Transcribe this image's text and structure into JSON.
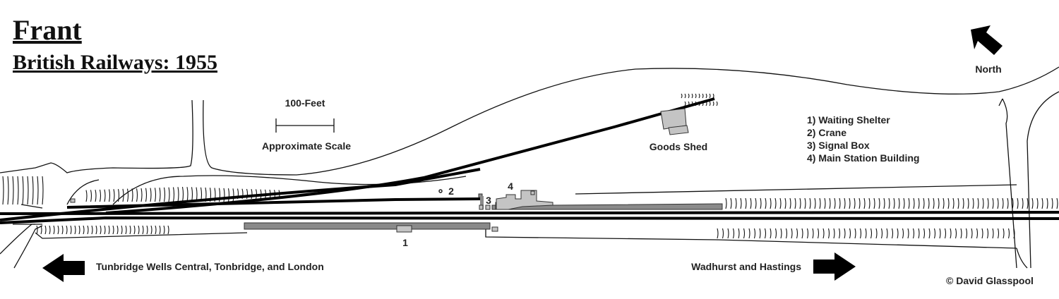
{
  "title": "Frant",
  "subtitle": "British Railways: 1955",
  "scale": {
    "length_label": "100-Feet",
    "caption": "Approximate Scale"
  },
  "north_label": "North",
  "goods_shed_label": "Goods Shed",
  "legend": [
    "1) Waiting Shelter",
    "2) Crane",
    "3) Signal Box",
    "4) Main Station Building"
  ],
  "markers": {
    "m1": "1",
    "m2": "2",
    "m3": "3",
    "m4": "4"
  },
  "left_destination": "Tunbridge Wells Central, Tonbridge, and London",
  "right_destination": "Wadhurst and Hastings",
  "copyright": "© David Glasspool",
  "colors": {
    "platform": "#8a8a8a",
    "building": "#c4c4c4",
    "track": "#000000"
  }
}
